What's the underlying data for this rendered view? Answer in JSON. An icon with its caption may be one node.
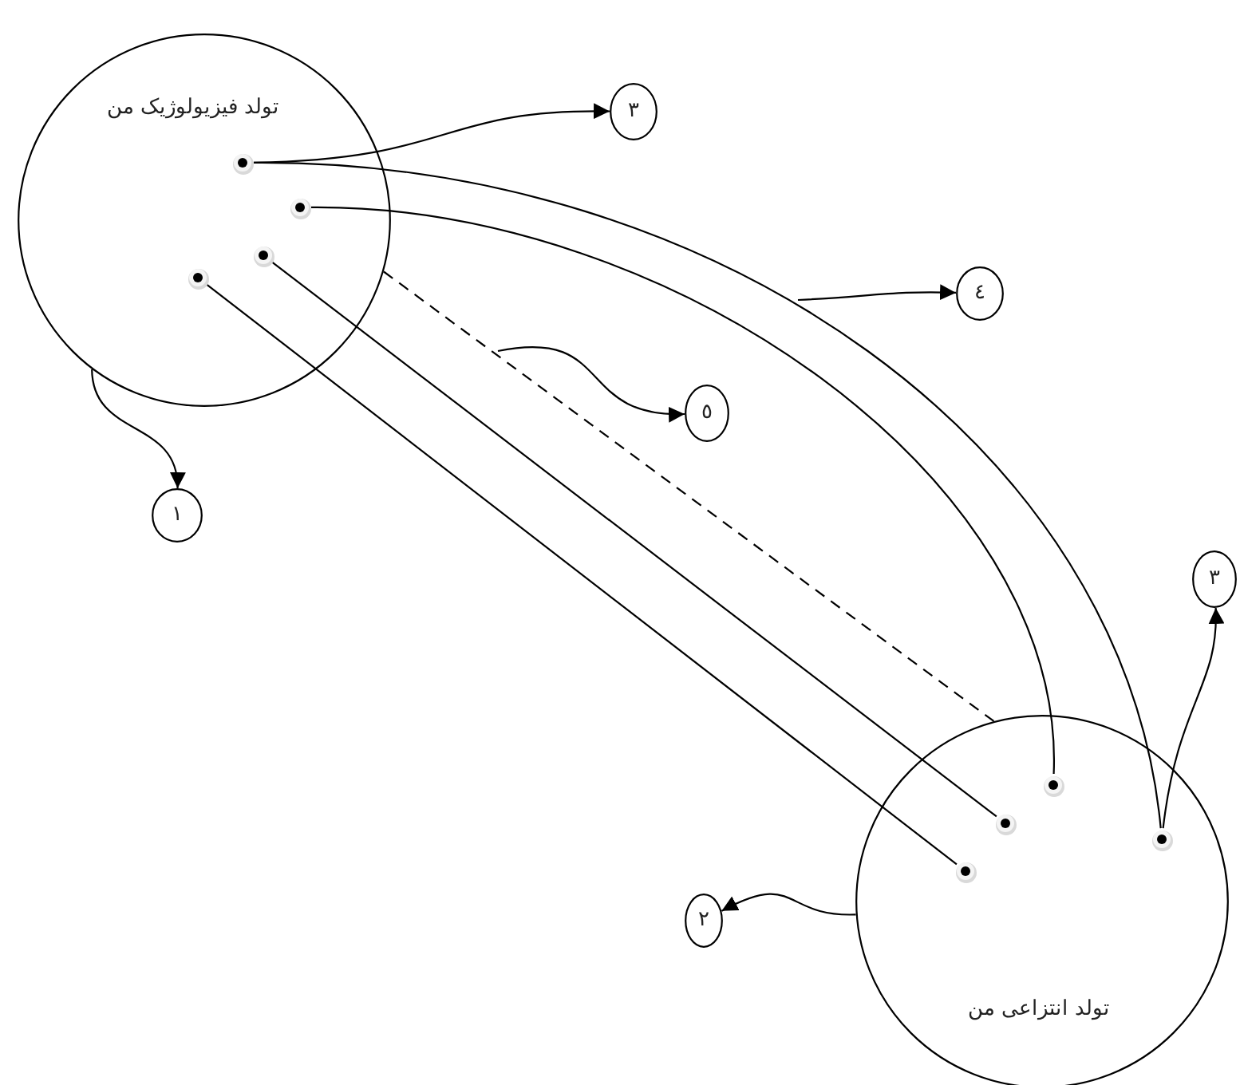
{
  "diagram": {
    "nodes": [
      {
        "text": [
          "تولد فیزیولوژیک من"
        ]
      },
      {
        "text": [],
        "shape": "circle",
        "in": 0
      },
      {
        "text": [],
        "shape": "circle",
        "in": 0
      },
      {
        "text": [],
        "shape": "circle",
        "in": 0
      },
      {
        "text": [],
        "shape": "circle",
        "in": 0
      },
      {
        "text": [
          "تولد انتزاعی من"
        ]
      },
      {
        "text": [],
        "shape": "circle",
        "in": 5
      },
      {
        "text": [],
        "shape": "circle",
        "in": 5
      },
      {
        "text": [],
        "shape": "circle",
        "in": 5
      },
      {
        "text": [],
        "shape": "circle",
        "in": 5
      },
      {
        "text": [
          "٣"
        ]
      },
      {
        "text": [
          "٤"
        ]
      },
      {
        "text": [
          "٥"
        ]
      },
      {
        "text": [
          "١"
        ]
      },
      {
        "text": [
          "٣"
        ]
      },
      {
        "text": [
          "٢"
        ]
      }
    ],
    "edges": [
      {
        "from": 1,
        "to": 8,
        "arrow": "none"
      },
      {
        "from": 2,
        "to": 6,
        "arrow": "none"
      },
      {
        "from": 3,
        "to": 7,
        "arrow": "none"
      },
      {
        "from": 4,
        "to": 9,
        "arrow": "none"
      },
      {
        "from": 0,
        "to": 5,
        "arrow": "none",
        "style": "dashed"
      },
      {
        "from": 1,
        "to": 10,
        "arrow": "to"
      },
      {
        "from": null,
        "to": 11,
        "arrow": "to"
      },
      {
        "from": null,
        "to": 12,
        "arrow": "to"
      },
      {
        "from": 0,
        "to": 13,
        "arrow": "to"
      },
      {
        "from": 8,
        "to": 14,
        "arrow": "to"
      },
      {
        "from": 5,
        "to": 15,
        "arrow": "to"
      }
    ]
  }
}
